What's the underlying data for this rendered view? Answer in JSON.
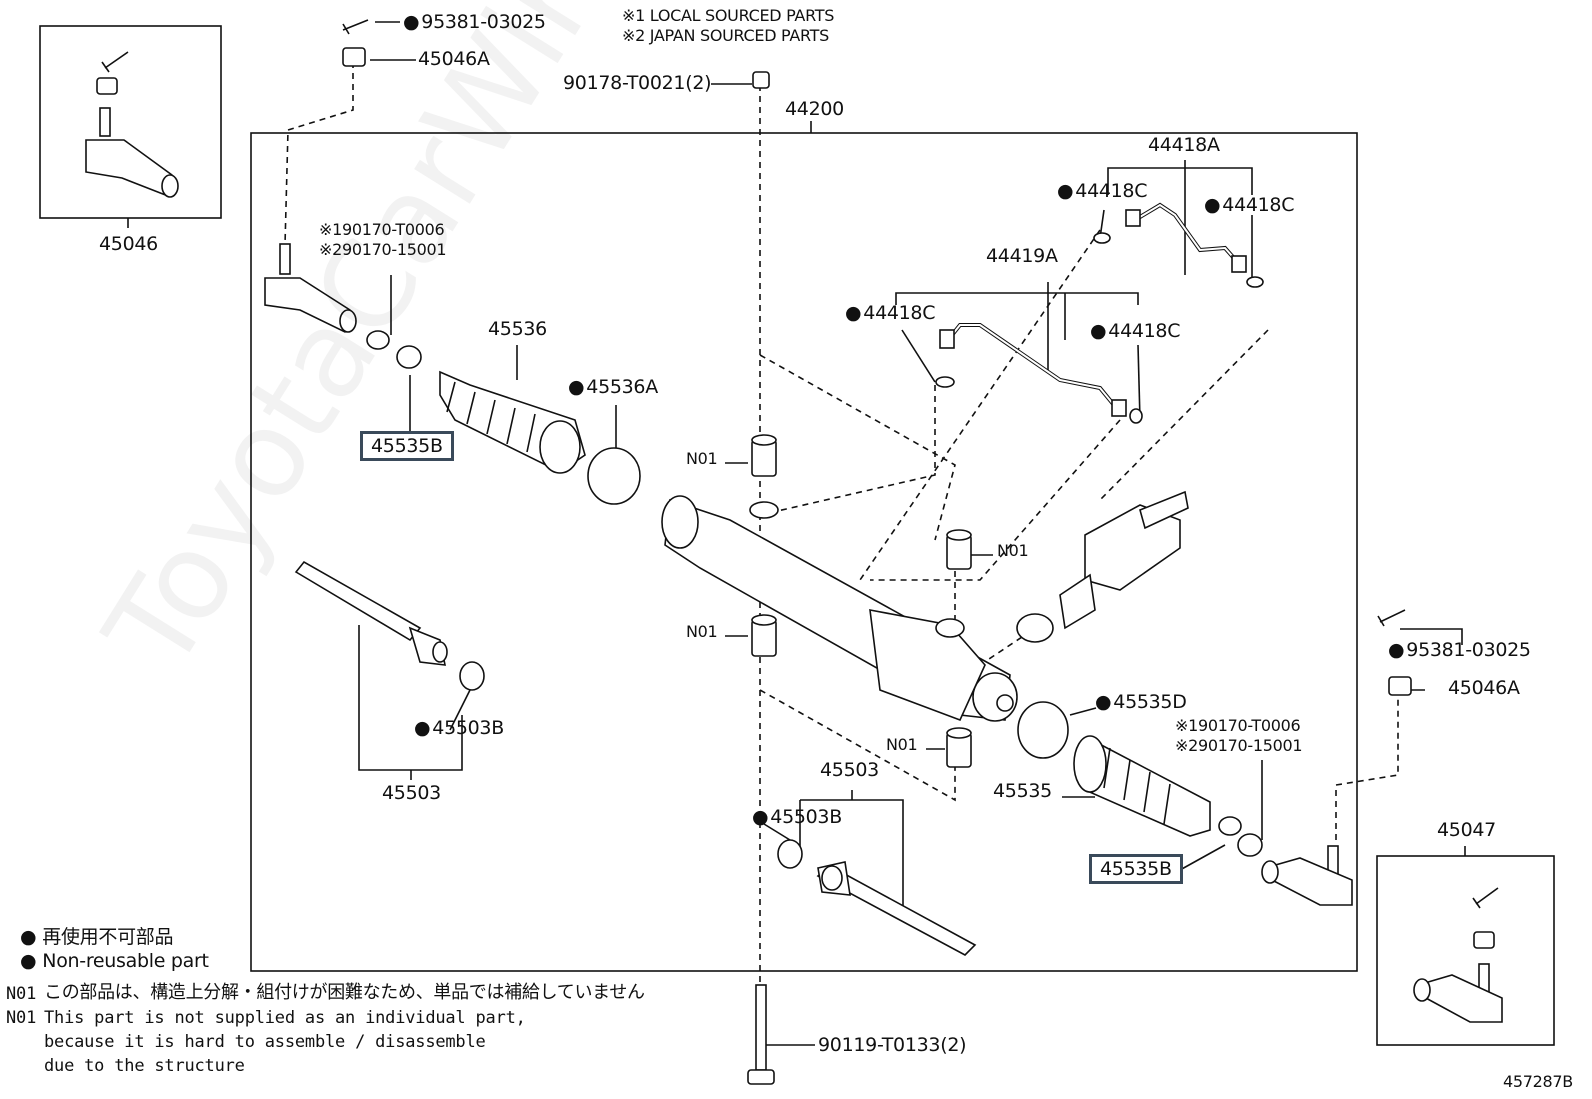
{
  "header": {
    "note1": "※1 LOCAL SOURCED PARTS",
    "note2": "※2 JAPAN SOURCED PARTS"
  },
  "labels": {
    "p95381_top": "95381-03025",
    "p45046A_top": "45046A",
    "p90178": "90178-T0021(2)",
    "p44200": "44200",
    "p45046": "45046",
    "p44418A": "44418A",
    "p44418C_1": "44418C",
    "p44418C_2": "44418C",
    "p44419A": "44419A",
    "p44418C_3": "44418C",
    "p44418C_4": "44418C",
    "p190170_left": "※190170-T0006",
    "p290170_left": "※290170-15001",
    "p45536": "45536",
    "p45536A": "45536A",
    "p45535B_left": "45535B",
    "n01_a": "N01",
    "n01_b": "N01",
    "n01_c": "N01",
    "n01_d": "N01",
    "p45503B_left": "45503B",
    "p45503_left": "45503",
    "p95381_right": "95381-03025",
    "p45046A_right": "45046A",
    "p45535D": "45535D",
    "p190170_right": "※190170-T0006",
    "p290170_right": "※290170-15001",
    "p45535": "45535",
    "p45503_right": "45503",
    "p45503B_right": "45503B",
    "p45535B_right": "45535B",
    "p45047": "45047",
    "p90119": "90119-T0133(2)",
    "diagram_code": "457287B"
  },
  "legend": {
    "jp_nonreusable": "再使用不可部品",
    "en_nonreusable": "Non-reusable part",
    "n01_code_jp": "N01",
    "n01_jp": "この部品は、構造上分解・組付けが困難なため、単品では補給していません",
    "n01_code_en": "N01",
    "n01_en_line1": "This part is not supplied as an individual part,",
    "n01_en_line2": "because it is hard to assemble / disassemble",
    "n01_en_line3": "due to the structure"
  },
  "watermark": "ToyotaCarWine.ru",
  "colors": {
    "line": "#111111",
    "highlight_box": "#3a4a5a"
  }
}
